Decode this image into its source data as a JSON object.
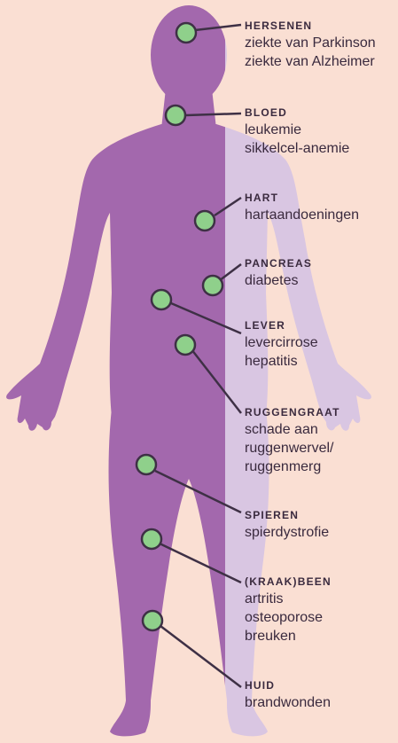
{
  "colors": {
    "background": "#fadfd3",
    "body_dark": "#a368ad",
    "body_light": "#d9c6e2",
    "dot_fill": "#8fd08b",
    "dot_stroke": "#3e3045",
    "text": "#3a2a3e"
  },
  "organs": [
    {
      "name": "hersenen",
      "conditions": [
        "ziekte van Parkinson",
        "ziekte van Alzheimer"
      ]
    },
    {
      "name": "bloed",
      "conditions": [
        "leukemie",
        "sikkelcel-anemie"
      ]
    },
    {
      "name": "hart",
      "conditions": [
        "hartaandoeningen"
      ]
    },
    {
      "name": "pancreas",
      "conditions": [
        "diabetes"
      ]
    },
    {
      "name": "lever",
      "conditions": [
        "levercirrose",
        "hepatitis"
      ]
    },
    {
      "name": "ruggengraat",
      "conditions": [
        "schade aan",
        "ruggenwervel/",
        "ruggenmerg"
      ]
    },
    {
      "name": "spieren",
      "conditions": [
        "spierdystrofie"
      ]
    },
    {
      "name": "(kraak)been",
      "conditions": [
        "artritis",
        "osteoporose",
        "breuken"
      ]
    },
    {
      "name": "huid",
      "conditions": [
        "brandwonden"
      ]
    }
  ]
}
